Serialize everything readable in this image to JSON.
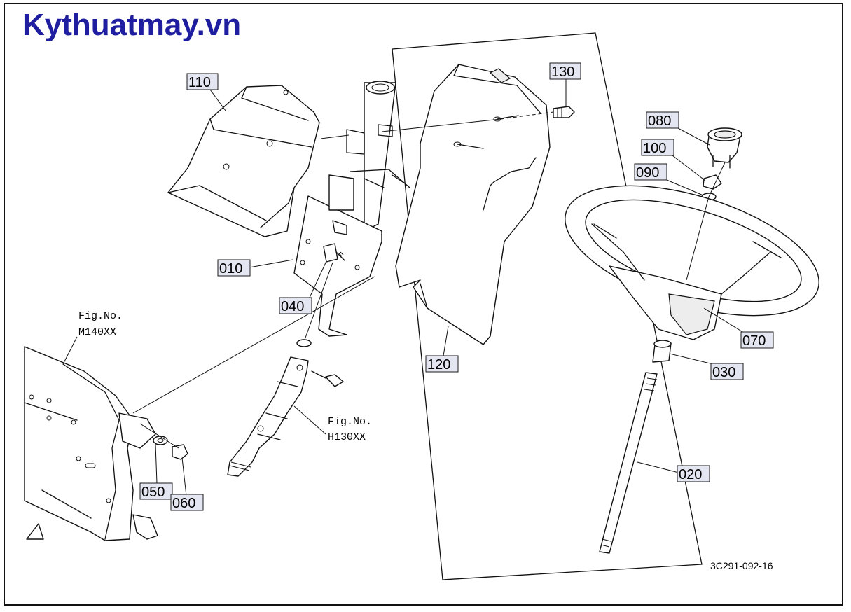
{
  "brand": {
    "text": "Kythuatmay.vn",
    "color": "#1f1ea0"
  },
  "diagram_code": "3C291-092-16",
  "figure_refs": [
    {
      "fig": "Fig.No.",
      "code": "M140XX"
    },
    {
      "fig": "Fig.No.",
      "code": "H130XX"
    }
  ],
  "parts": [
    {
      "no": "110"
    },
    {
      "no": "130"
    },
    {
      "no": "080"
    },
    {
      "no": "100"
    },
    {
      "no": "090"
    },
    {
      "no": "010"
    },
    {
      "no": "040"
    },
    {
      "no": "070"
    },
    {
      "no": "030"
    },
    {
      "no": "120"
    },
    {
      "no": "050"
    },
    {
      "no": "060"
    },
    {
      "no": "020"
    }
  ],
  "colors": {
    "label_fill": "#e4e6f2",
    "line": "#111111"
  }
}
